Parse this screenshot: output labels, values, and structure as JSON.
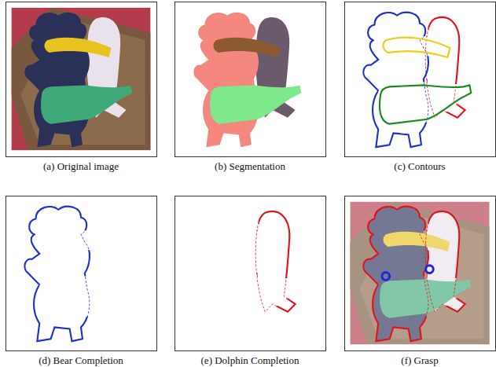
{
  "diagram": {
    "labels": [
      "(a) Original image",
      "(b) Segmentation",
      "(c) Contours",
      "(d) Bear Completion",
      "(e) Dolphin Completion",
      "(f) Grasp"
    ]
  }
}
